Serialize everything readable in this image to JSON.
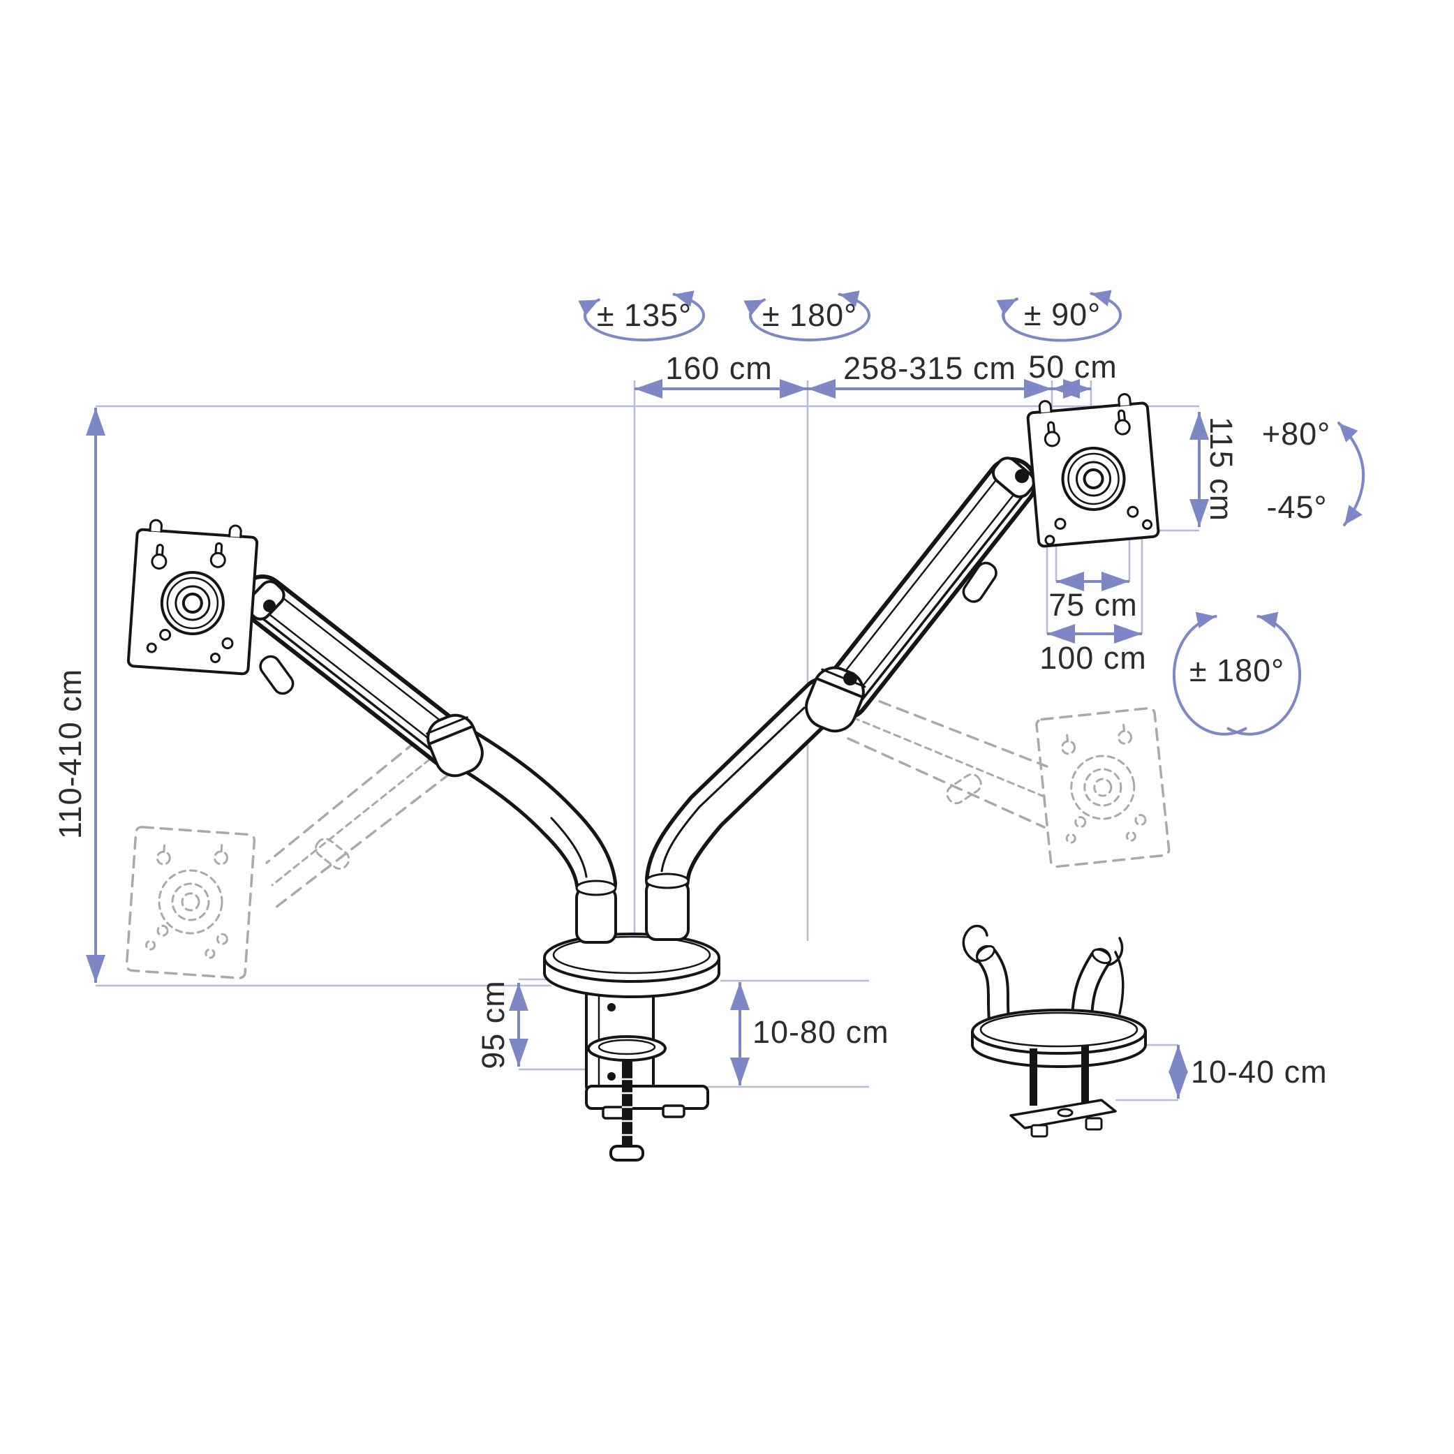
{
  "title": "Dual monitor arm dimension diagram",
  "background": "#ffffff",
  "colors": {
    "line_art": "#151515",
    "ghost_line": "#a9a9a9",
    "dimension_arrow": "#7d87c5",
    "guide_line": "#b6bbdc",
    "text": "#2c2c2c"
  },
  "annotations": {
    "rotation_base_left": "± 135°",
    "rotation_base_right": "± 180°",
    "rotation_vesa_swivel": "± 90°",
    "tilt_up": "+80°",
    "tilt_down": "-45°",
    "rotation_vesa_portrait": "± 180°"
  },
  "dimensions": {
    "reach_left": "160 cm",
    "reach_right": "258-315 cm",
    "vesa_offset": "50 cm",
    "vesa_height": "115 cm",
    "vesa_inner": "75 cm",
    "vesa_outer": "100 cm",
    "height_range": "110-410 cm",
    "clamp_depth": "95 cm",
    "desk_clamp_range": "10-80 cm",
    "grommet_range": "10-40 cm"
  }
}
